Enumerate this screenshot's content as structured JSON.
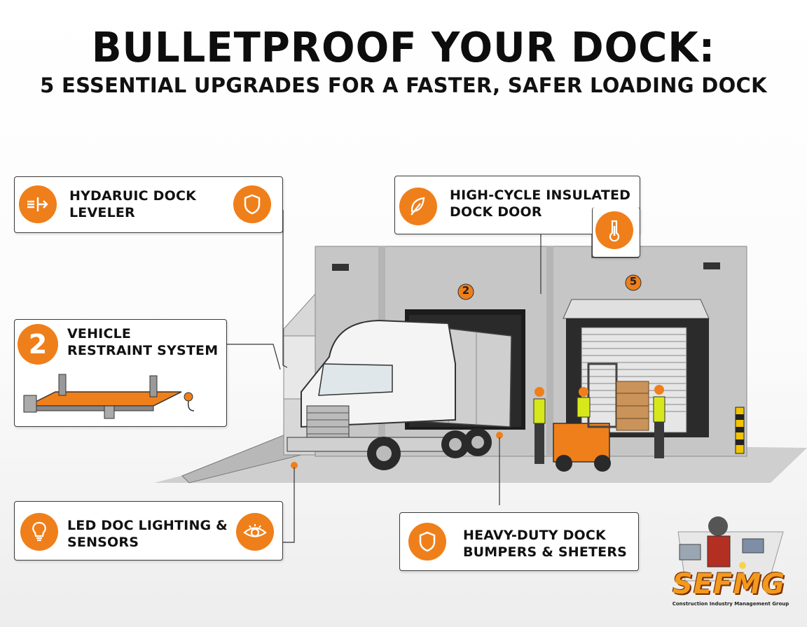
{
  "header": {
    "title": "BULLETPROOF YOUR DOCK:",
    "subtitle": "5 ESSENTIAL UPGRADES FOR A FASTER, SAFER LOADING DOCK"
  },
  "cards": {
    "leveler": {
      "label": "HYDARUIC DOCK\nLEVELER",
      "icon": "arrows-icon",
      "badge_icon": "shield-icon"
    },
    "restraint": {
      "number": "2",
      "label": "VEHICLE\nRESTRAINT SYSTEM",
      "illustration": "restraint-plate-illustration"
    },
    "lighting": {
      "label": "LED DOC LIGHTING &\nSENSORS",
      "icon": "lightbulb-icon",
      "badge_icon": "eye-icon"
    },
    "door": {
      "label": "HIGH-CYCLE INSULATED\nDOCK DOOR",
      "icon": "leaf-icon",
      "badge_icon": "thermometer-icon"
    },
    "bumpers": {
      "label": "HEAVY-DUTY DOCK\nBUMPERS & SHETERS",
      "icon": "shield-icon"
    }
  },
  "scene": {
    "bay_markers": [
      "2",
      "5"
    ]
  },
  "logo": {
    "text": "SEFMG",
    "tagline": "Construction Industry Management Group"
  },
  "colors": {
    "accent": "#ef7f1a",
    "building": "#c9c9c9",
    "building_dark": "#a9a9a9",
    "outline": "#3a3a3a"
  }
}
